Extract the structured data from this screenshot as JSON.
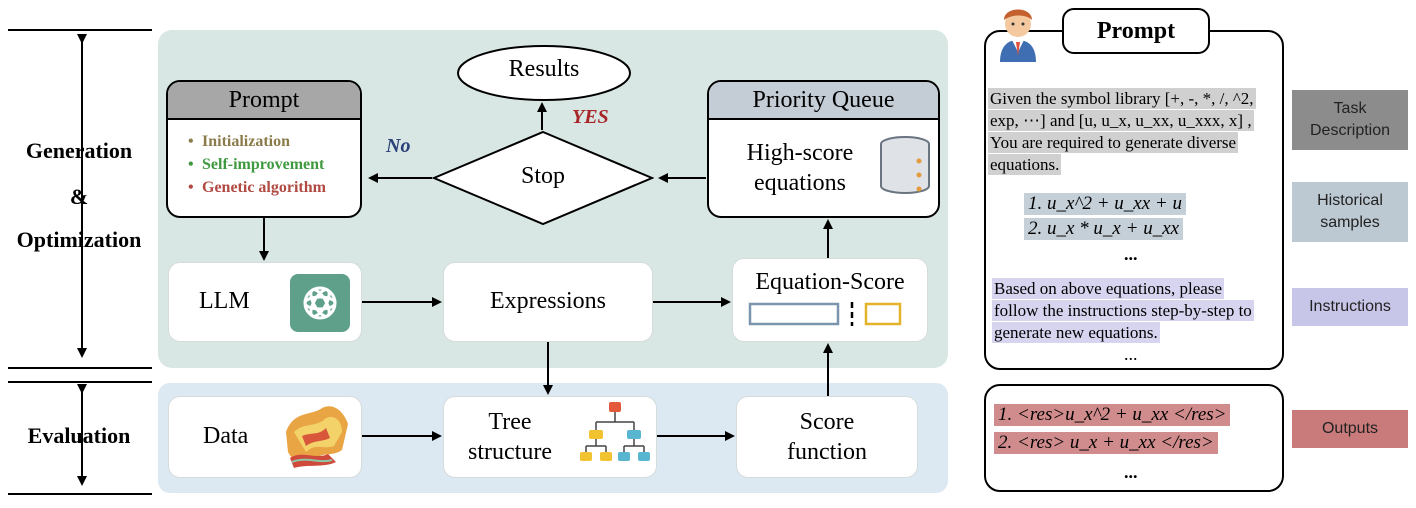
{
  "left_labels": {
    "generation": "Generation",
    "amp": "&",
    "optimization": "Optimization",
    "evaluation": "Evaluation"
  },
  "flow": {
    "results": "Results",
    "yes": "YES",
    "no": "No",
    "stop": "Stop",
    "prompt_title": "Prompt",
    "prompt_items": [
      {
        "label": "Initialization",
        "color": "#8b7b4a"
      },
      {
        "label": "Self-improvement",
        "color": "#3f9a3f"
      },
      {
        "label": "Genetic algorithm",
        "color": "#b04a42"
      }
    ],
    "priority_queue_title": "Priority Queue",
    "high_score_line1": "High-score",
    "high_score_line2": "equations",
    "llm": "LLM",
    "expressions": "Expressions",
    "equation_score": "Equation-Score",
    "data": "Data",
    "tree_line1": "Tree",
    "tree_line2": "structure",
    "score_line1": "Score",
    "score_line2": "function"
  },
  "right_panel": {
    "prompt_title": "Prompt",
    "task_text": "Given the symbol library [+, -, *, /, ^2, exp, ⋯] and [u, u_x, u_xx, u_xxx, x] , You are required to generate diverse equations.",
    "historical_samples": [
      "1. u_x^2 + u_xx + u",
      "2. u_x * u_x + u_xx"
    ],
    "dots": "...",
    "instructions_text": "Based on above equations, please follow the instructions step-by-step to generate new equations.",
    "outputs": [
      "1. <res>u_x^2 + u_xx </res>",
      "2. <res> u_x  + u_xx </res>"
    ]
  },
  "legend": {
    "task_description": "Task Description",
    "historical_samples": "Historical samples",
    "instructions": "Instructions",
    "outputs": "Outputs"
  },
  "colors": {
    "gen_panel": "#d8e7e3",
    "eval_panel": "#dce8f2",
    "task_highlight": "#d0d0d0",
    "history_highlight": "#c5cfd8",
    "instructions_highlight": "#d6d4ef",
    "outputs_highlight": "#d08c8c",
    "task_tag": "#8c8c8c",
    "history_tag": "#bcc8d2",
    "instructions_tag": "#c7c5e8",
    "outputs_tag": "#c97a7a",
    "yes_color": "#a8262a",
    "no_color": "#2b3f7a"
  }
}
